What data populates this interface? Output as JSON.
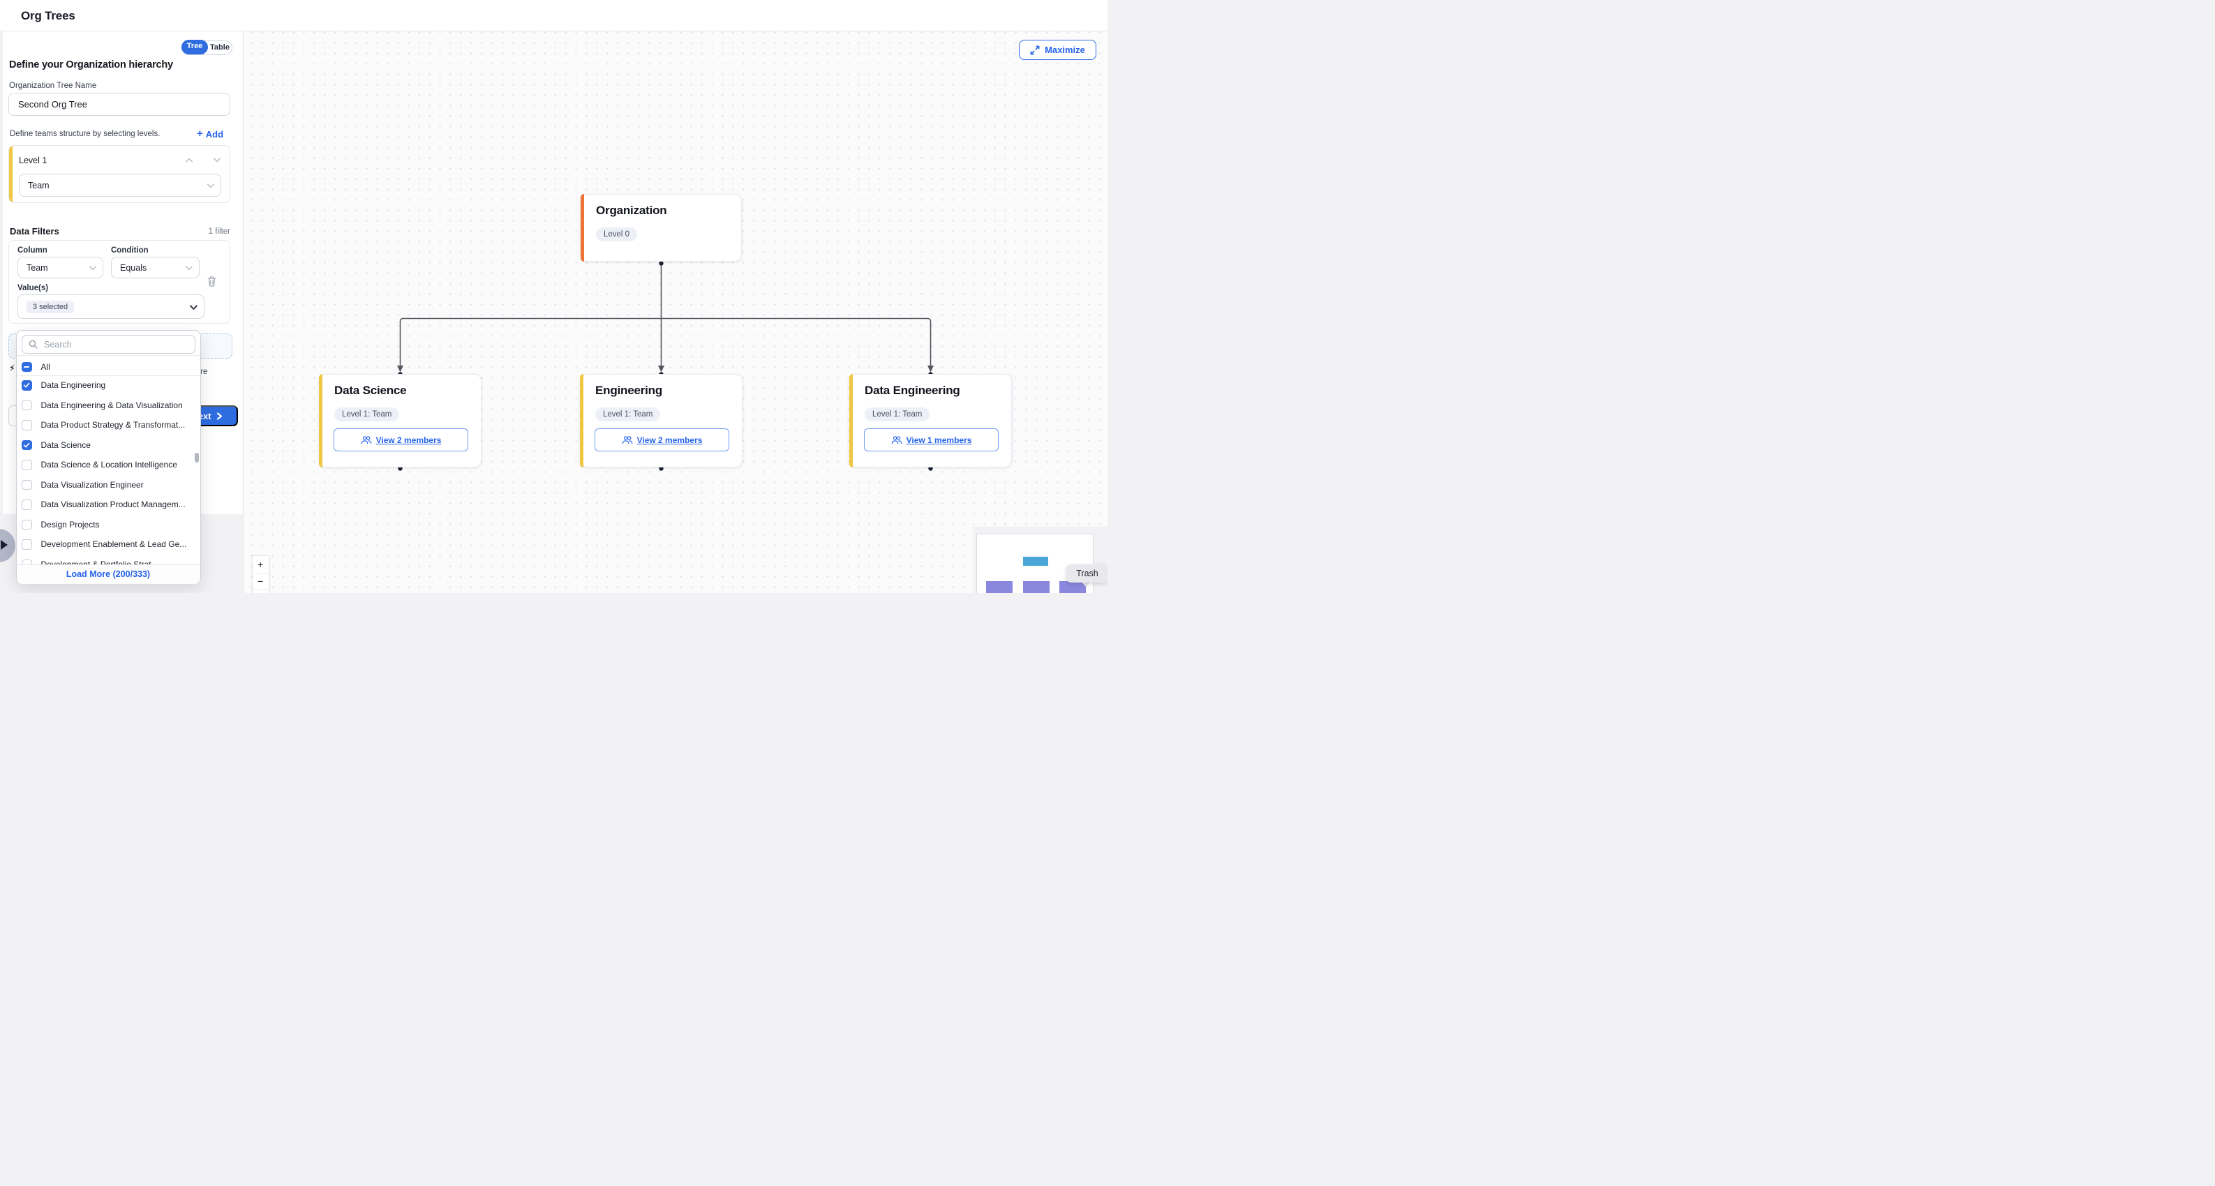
{
  "header": {
    "title": "Org Trees"
  },
  "view_toggle": {
    "tree_label": "Tree",
    "table_label": "Table",
    "active": "Tree"
  },
  "sidebar": {
    "heading": "Define your Organization hierarchy",
    "tree_name_label": "Organization Tree Name",
    "tree_name_value": "Second Org Tree",
    "levels_hint": "Define teams structure by selecting levels.",
    "add_label": "Add",
    "level": {
      "name": "Level 1",
      "type_value": "Team"
    },
    "filters": {
      "title": "Data Filters",
      "count": "1 filter",
      "column_label": "Column",
      "condition_label": "Condition",
      "column_value": "Team",
      "condition_value": "Equals",
      "values_label": "Value(s)",
      "selected_summary": "3 selected"
    },
    "next_label": "Next",
    "hint_fragment": "re"
  },
  "dropdown": {
    "search_placeholder": "Search",
    "all_label": "All",
    "items": [
      {
        "label": "Data Engineering",
        "checked": true
      },
      {
        "label": "Data Engineering & Data Visualization",
        "checked": false
      },
      {
        "label": "Data Product Strategy & Transformat...",
        "checked": false
      },
      {
        "label": "Data Science",
        "checked": true
      },
      {
        "label": "Data Science & Location Intelligence",
        "checked": false
      },
      {
        "label": "Data Visualization Engineer",
        "checked": false
      },
      {
        "label": "Data Visualization Product Managem...",
        "checked": false
      },
      {
        "label": "Design Projects",
        "checked": false
      },
      {
        "label": "Development Enablement & Lead Ge...",
        "checked": false
      },
      {
        "label": "Development & Portfolio Strat...",
        "checked": false,
        "partial": true
      }
    ],
    "load_more_label": "Load More (200/333)"
  },
  "canvas": {
    "maximize_label": "Maximize",
    "root_node": {
      "title": "Organization",
      "badge": "Level 0"
    },
    "nodes": [
      {
        "title": "Data Science",
        "badge": "Level 1: Team",
        "members_label": "View 2 members"
      },
      {
        "title": "Engineering",
        "badge": "Level 1: Team",
        "members_label": "View 2 members"
      },
      {
        "title": "Data Engineering",
        "badge": "Level 1: Team",
        "members_label": "View 1 members"
      }
    ],
    "zoom_in_label": "+",
    "zoom_out_label": "−",
    "trash_tooltip": "Trash"
  },
  "colors": {
    "primary_blue": "#2e6ce0",
    "link_blue": "#2563eb",
    "accent_orange": "#ee7336",
    "accent_yellow": "#efc743",
    "connector_gray": "#54575e",
    "minimap_blue": "#4aa7d7",
    "minimap_purple": "#8a87de"
  }
}
